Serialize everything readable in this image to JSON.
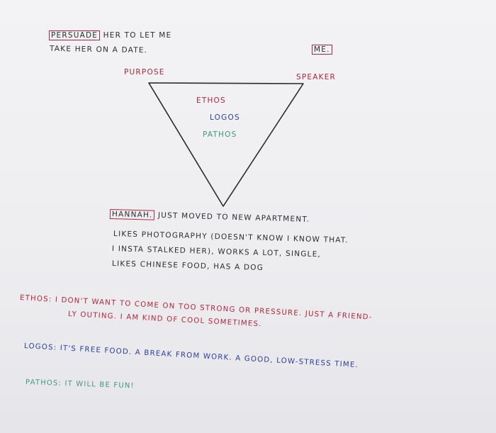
{
  "colors": {
    "black": "#2b2b30",
    "red": "#b0263d",
    "blue": "#2c3f9a",
    "green": "#3f9a74",
    "board": "#eeeef1"
  },
  "purpose_note": {
    "boxed_word": "PERSUADE",
    "line1_rest": "HER TO LET ME",
    "line2": "TAKE HER ON A DATE."
  },
  "speaker_note": {
    "boxed_word": "ME."
  },
  "triangle": {
    "left_label": "PURPOSE",
    "right_label": "SPEAKER",
    "center_labels": [
      "ETHOS",
      "LOGOS",
      "PATHOS"
    ]
  },
  "audience_note": {
    "boxed_word": "HANNAH.",
    "line1_rest": "JUST MOVED TO NEW APARTMENT.",
    "line2": "LIKES PHOTOGRAPHY (DOESN'T KNOW I KNOW THAT.",
    "line3": "I INSTA STALKED HER), WORKS A LOT, SINGLE,",
    "line4": "LIKES CHINESE FOOD, HAS A DOG"
  },
  "appeals": {
    "ethos": {
      "label": "ETHOS:",
      "line1": "I DON'T WANT TO COME ON TOO STRONG OR PRESSURE. JUST A FRIEND-",
      "line2": "LY OUTING. I AM KIND OF COOL SOMETIMES."
    },
    "logos": {
      "label": "LOGOS:",
      "text": "IT'S FREE FOOD. A BREAK FROM WORK. A GOOD, LOW-STRESS TIME."
    },
    "pathos": {
      "label": "PATHOS:",
      "text": "IT WILL BE FUN!"
    }
  }
}
